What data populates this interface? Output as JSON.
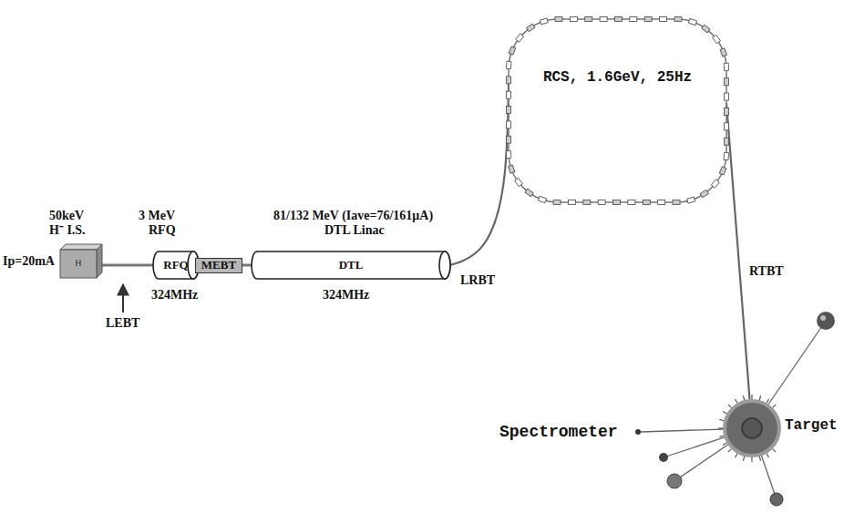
{
  "diagram": {
    "nodes": [
      {
        "text": [
          "50keV",
          "H⁻ I.S.",
          "H"
        ]
      },
      {
        "text": [
          "3 MeV",
          "RFQ",
          "RFQ",
          "324MHz"
        ]
      },
      {
        "text": [
          "MEBT"
        ]
      },
      {
        "text": [
          "81/132 MeV (Iave=76/161μA)",
          "DTL Linac",
          "DTL",
          "324MHz"
        ]
      },
      {
        "text": [
          "RCS, 1.6GeV, 25Hz"
        ]
      },
      {
        "text": [
          "Target"
        ]
      }
    ],
    "edges": [
      {
        "from": 0,
        "to": 1,
        "arrow": "none"
      },
      {
        "from": 1,
        "to": 2,
        "arrow": "none"
      },
      {
        "from": 2,
        "to": 3,
        "arrow": "none"
      },
      {
        "from": 3,
        "to": 4,
        "label": "LRBT",
        "arrow": "none"
      },
      {
        "from": 4,
        "to": 5,
        "label": "RTBT",
        "arrow": "none"
      }
    ],
    "labels": [
      "Ip=20mA",
      "LEBT",
      "Spectrometer"
    ]
  }
}
